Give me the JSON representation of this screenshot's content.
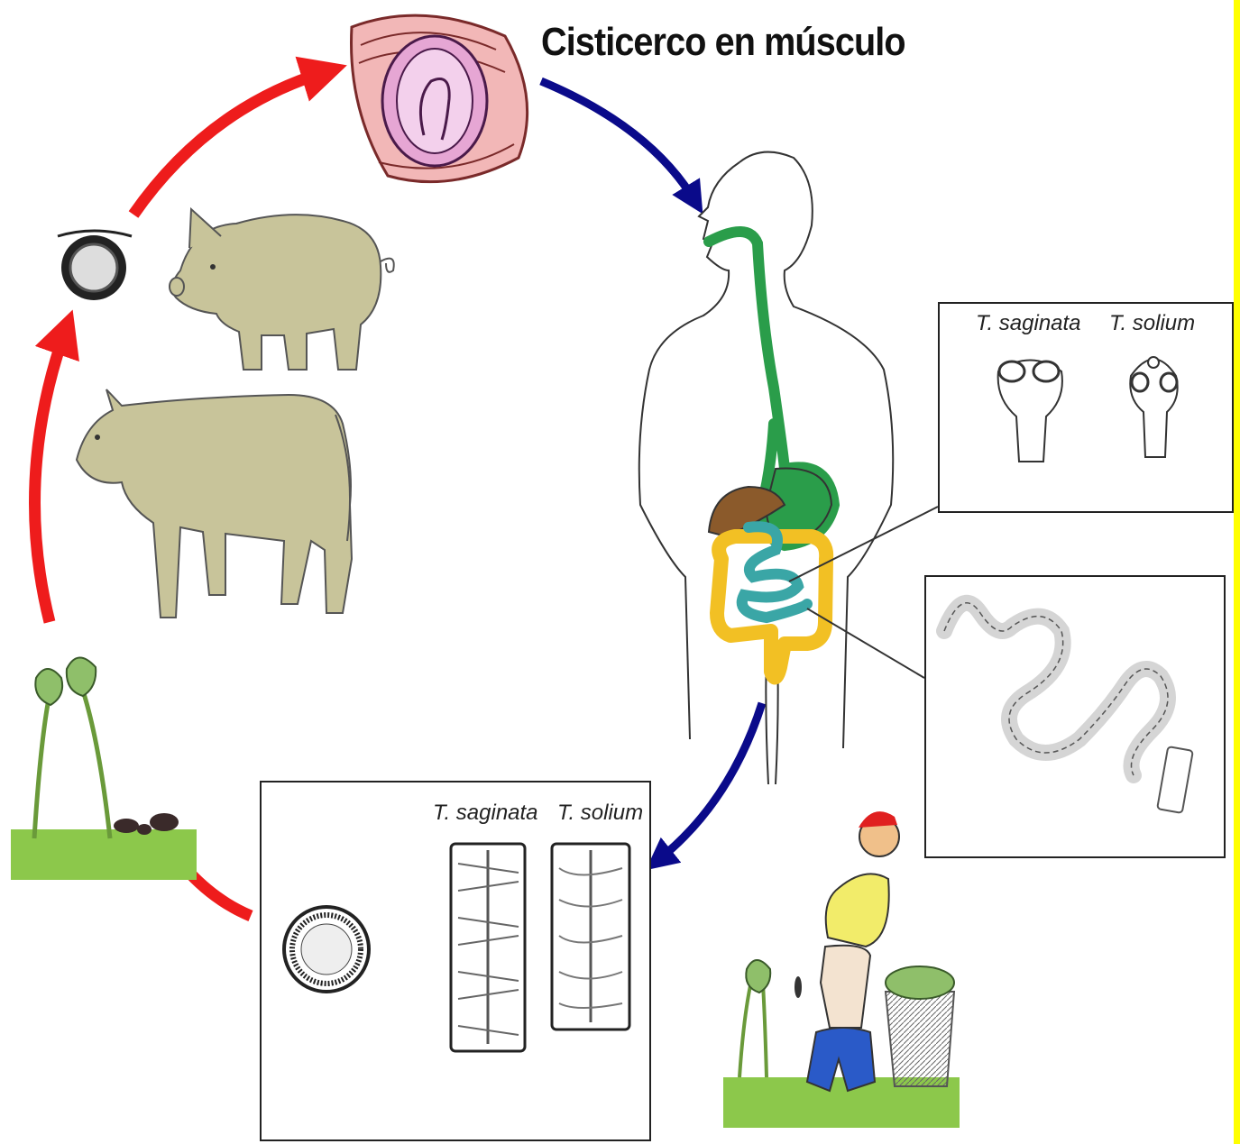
{
  "title": "Cisticerco en músculo",
  "scolex_box": {
    "label_left": "T. saginata",
    "label_right": "T. solium"
  },
  "proglottid_box": {
    "label_left": "T. saginata",
    "label_right": "T. solium"
  },
  "colors": {
    "red_arrow": "#ee1c1c",
    "blue_arrow": "#0a0a8a",
    "animal_fill": "#c8c49a",
    "esophagus": "#2a9d4a",
    "colon": "#f2c024",
    "small_intestine": "#3aa6a6",
    "liver": "#8b5a2b",
    "cyst": "#e6a6d4",
    "grass": "#8cc84b",
    "border_yellow": "#ffff00"
  }
}
